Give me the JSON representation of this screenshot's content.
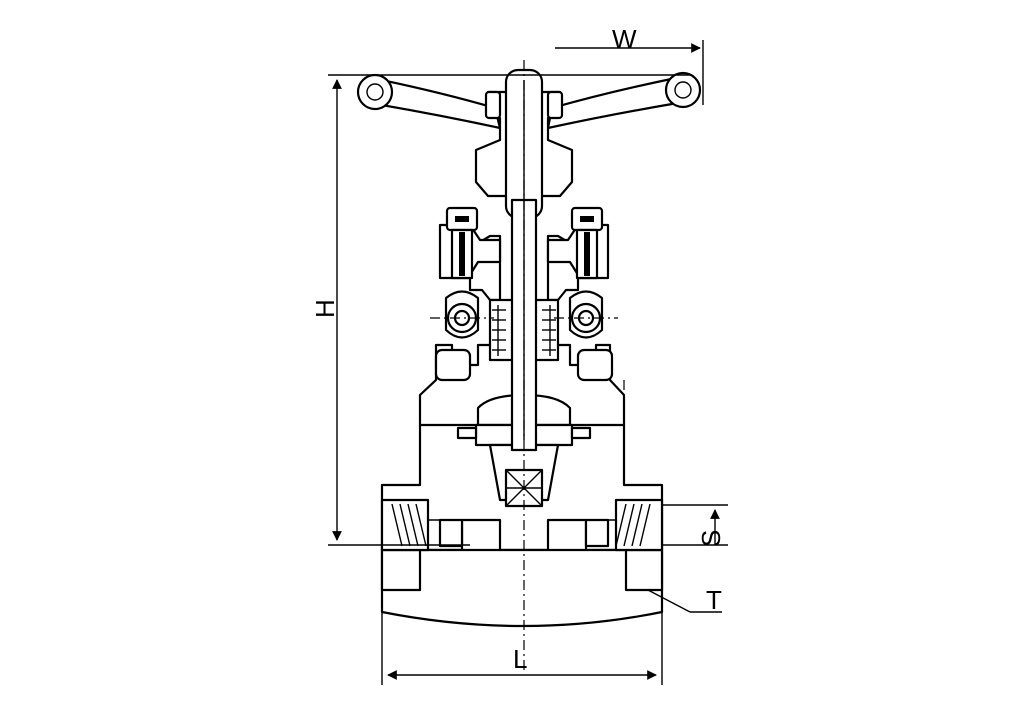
{
  "labels": {
    "width": "W",
    "height": "H",
    "length": "L",
    "socket": "S",
    "thickness": "T"
  }
}
